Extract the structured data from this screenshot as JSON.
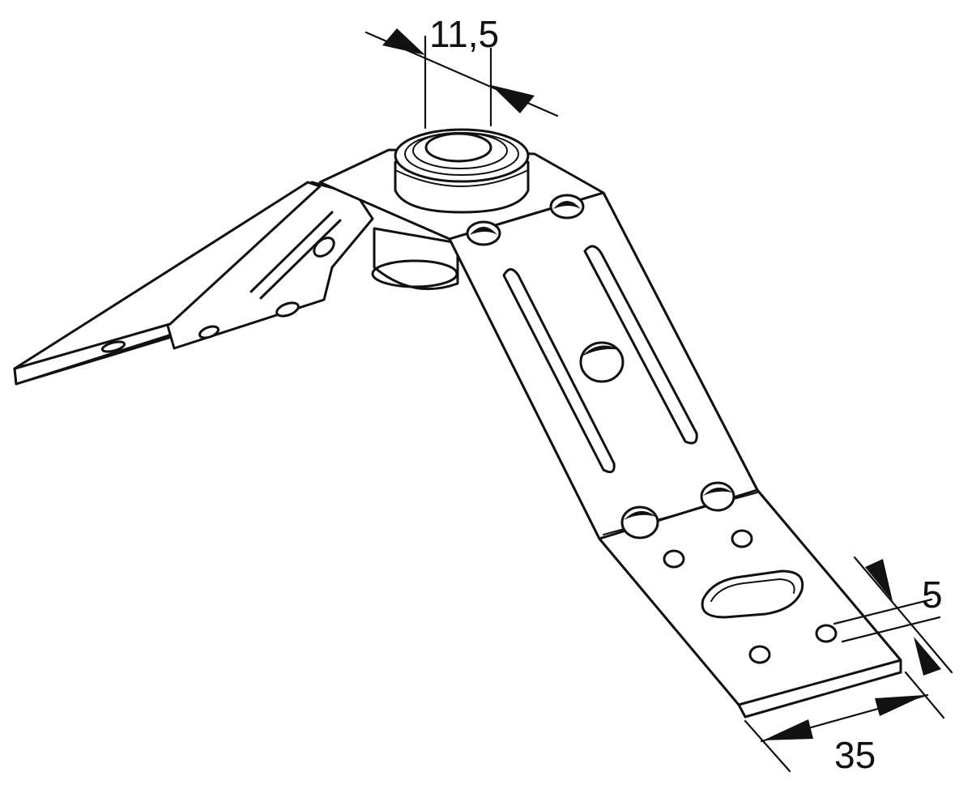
{
  "dimensions": {
    "bushing_width": "11,5",
    "hole_diameter": "5",
    "strap_width": "35"
  },
  "colors": {
    "ink": "#111111",
    "paper": "#ffffff"
  }
}
